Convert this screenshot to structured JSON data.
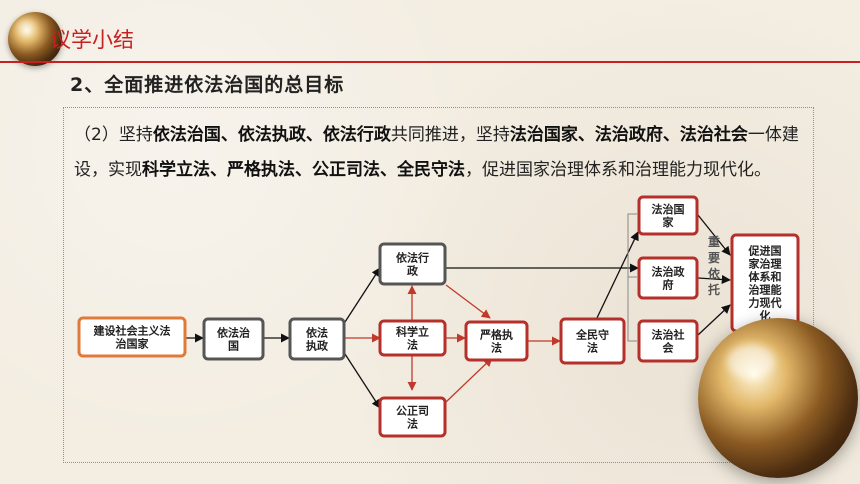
{
  "section_title": "议学小结",
  "subtitle": "2、全面推进依法治国的总目标",
  "paragraph": [
    {
      "t": "（2）坚持",
      "b": false
    },
    {
      "t": "依法治国、依法执政、依法行政",
      "b": true
    },
    {
      "t": "共同推进，坚持",
      "b": false
    },
    {
      "t": "法治国家、法治政府、法治社会",
      "b": true
    },
    {
      "t": "一体建设，实现",
      "b": false
    },
    {
      "t": "科学立法、严格执法、公正司法、全民守法",
      "b": true
    },
    {
      "t": "，促进国家治理体系和治理能力现代化。",
      "b": false
    }
  ],
  "flow": {
    "nodes": {
      "n1": [
        "建设社会主义法",
        "治国家"
      ],
      "n2": [
        "依法治",
        "国"
      ],
      "n3": [
        "依法",
        "执政"
      ],
      "n4": [
        "依法行",
        "政"
      ],
      "n5": [
        "科学立",
        "法"
      ],
      "n6": [
        "公正司",
        "法"
      ],
      "n7": [
        "严格执",
        "法"
      ],
      "n8": [
        "全民守",
        "法"
      ],
      "n9": [
        "法治国",
        "家"
      ],
      "n10": [
        "法治政",
        "府"
      ],
      "n11": [
        "法治社",
        "会"
      ],
      "n12": [
        "促进国",
        "家治理",
        "体系和",
        "治理能",
        "力现代",
        "化"
      ]
    },
    "side_label": [
      "重",
      "要",
      "依",
      "托"
    ]
  },
  "colors": {
    "accent": "#c8201f",
    "node_red": "#b5302a",
    "node_gray": "#555555",
    "node_orange": "#e07a3a"
  }
}
